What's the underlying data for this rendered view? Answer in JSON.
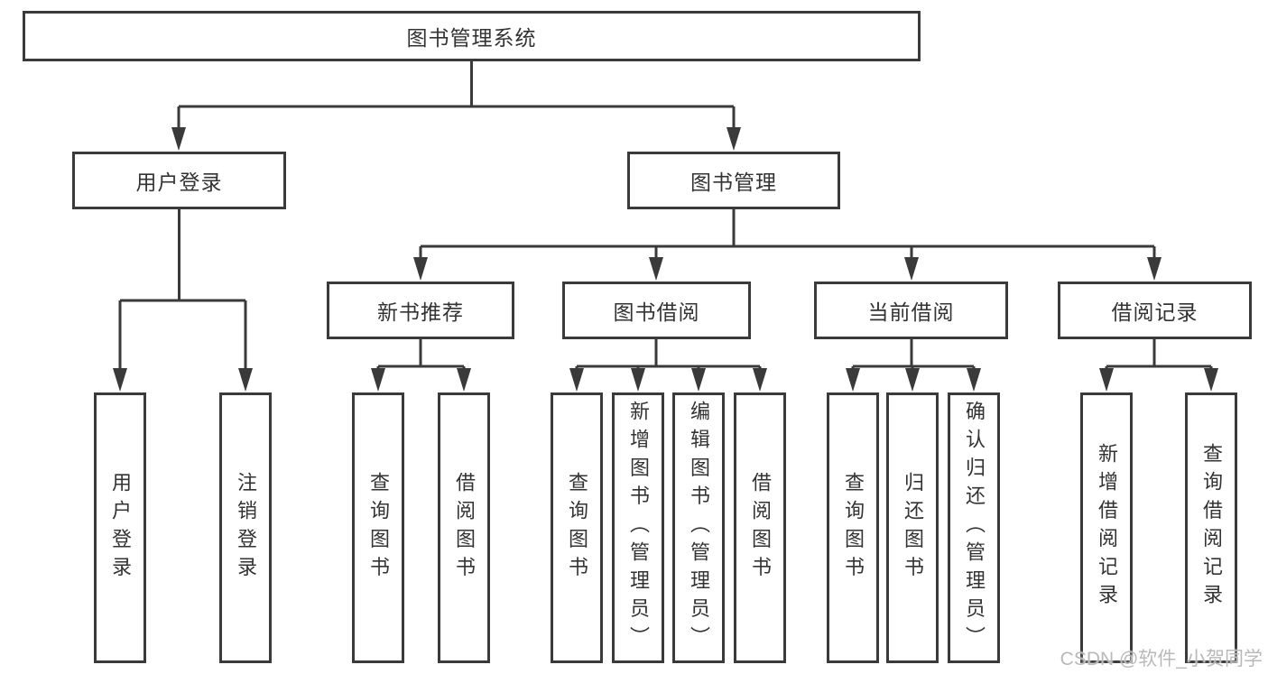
{
  "colors": {
    "line": "#3a3a3a",
    "text": "#333333",
    "box_bg": "#ffffff",
    "watermark": "#b9b9b9"
  },
  "tree": {
    "root": {
      "label": "图书管理系统"
    },
    "user_login": {
      "label": "用户登录",
      "children": [
        {
          "label": "用户登录"
        },
        {
          "label": "注销登录"
        }
      ]
    },
    "book_management": {
      "label": "图书管理",
      "groups": [
        {
          "label": "新书推荐",
          "children": [
            {
              "label": "查询图书"
            },
            {
              "label": "借阅图书"
            }
          ]
        },
        {
          "label": "图书借阅",
          "children": [
            {
              "label": "查询图书"
            },
            {
              "label": "新增图书（管理员）"
            },
            {
              "label": "编辑图书（管理员）"
            },
            {
              "label": "借阅图书"
            }
          ]
        },
        {
          "label": "当前借阅",
          "children": [
            {
              "label": "查询图书"
            },
            {
              "label": "归还图书"
            },
            {
              "label": "确认归还（管理员）"
            }
          ]
        },
        {
          "label": "借阅记录",
          "children": [
            {
              "label": "新增借阅记录"
            },
            {
              "label": "查询借阅记录"
            }
          ]
        }
      ]
    }
  },
  "watermark": "CSDN @软件_小贺同学"
}
